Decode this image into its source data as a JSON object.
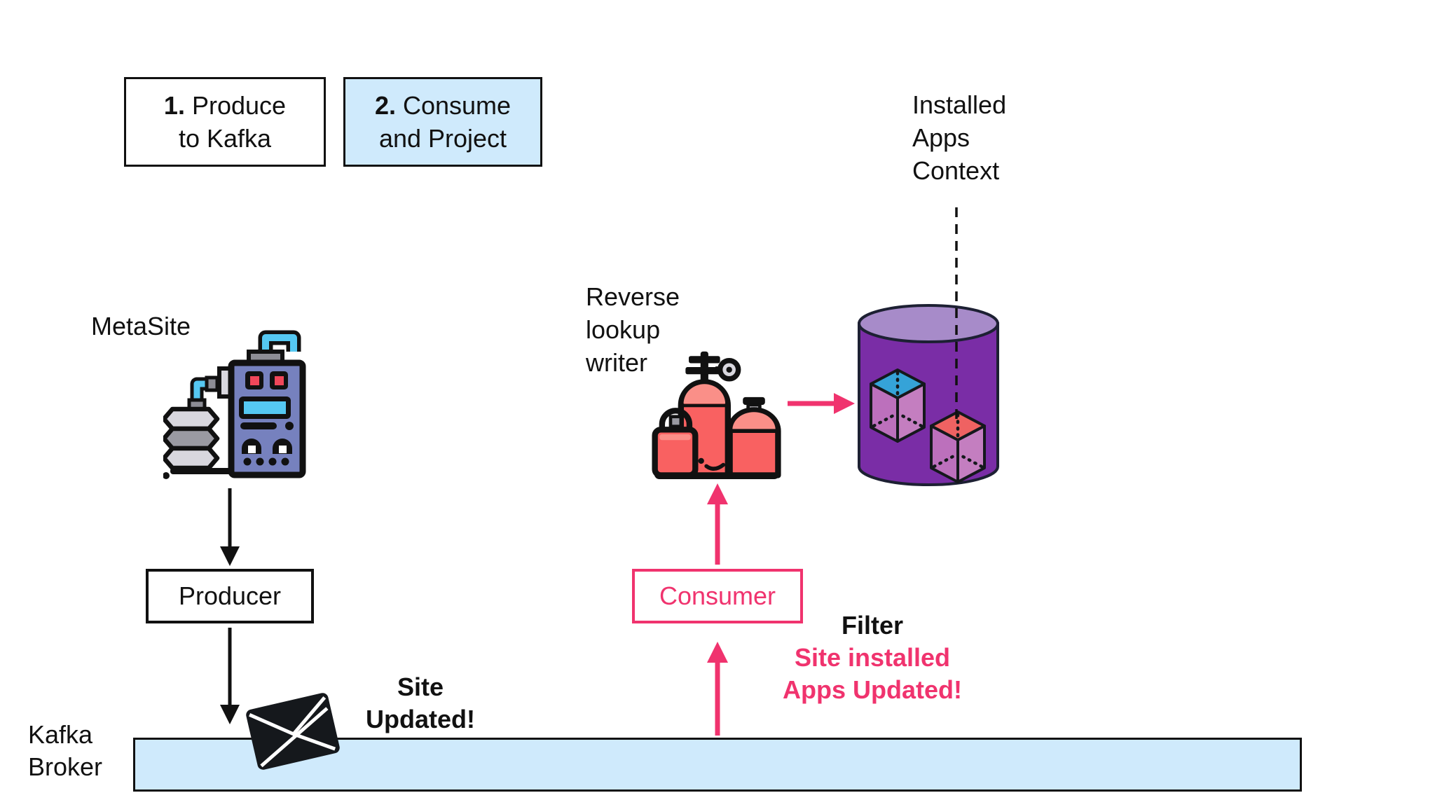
{
  "title": "Kafka produce / consume and project diagram",
  "colors": {
    "light_blue": "#cfeafc",
    "accent_pink": "#f0336e",
    "outline_black": "#111111",
    "db_purple": "#7a2da6",
    "db_purple_top": "#a78bc9",
    "cube_blue_top": "#35a3d8",
    "cube_red_top": "#ef6262",
    "cube_side_mauve": "#bc70bc",
    "canister_red": "#f96161",
    "canister_light_red": "#fa8f88",
    "machine_slate_blue": "#7681be",
    "machine_cyan": "#55c8f2",
    "machine_button_red": "#f0475a"
  },
  "steps": [
    {
      "number": "1.",
      "line1": "Produce",
      "line2": "to Kafka"
    },
    {
      "number": "2.",
      "line1": "Consume",
      "line2": "and Project"
    }
  ],
  "labels": {
    "metasite": "MetaSite",
    "producer": "Producer",
    "consumer": "Consumer",
    "kafka_broker": [
      "Kafka",
      "Broker"
    ],
    "site_updated": [
      "Site",
      "Updated!"
    ],
    "reverse_lookup": [
      "Reverse",
      "lookup",
      "writer"
    ],
    "installed_apps": [
      "Installed",
      "Apps",
      "Context"
    ],
    "filter_title": "Filter",
    "filter_lines": [
      "Site installed",
      "Apps Updated!"
    ]
  },
  "icons": {
    "metasite": "factory-machine-icon",
    "message": "envelope-icon",
    "reverse_lookup_writer": "gas-canisters-icon",
    "installed_apps_store": "database-cylinder-icon",
    "stored_items": [
      "app-cube-blue-icon",
      "app-cube-red-icon"
    ]
  }
}
